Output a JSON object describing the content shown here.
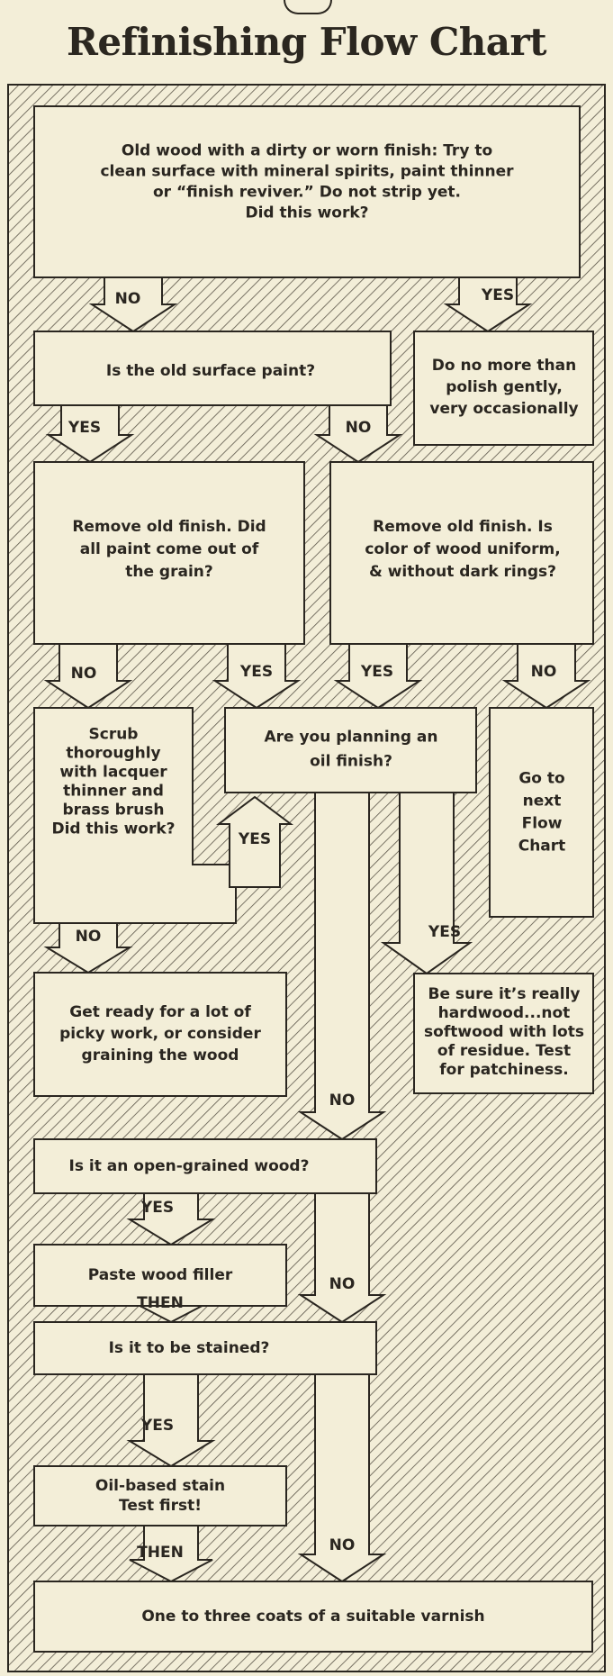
{
  "title": "Refinishing Flow Chart",
  "colors": {
    "paper": "#f3eed8",
    "ink": "#2a2620",
    "hatch": "#5a5448"
  },
  "boxes": {
    "start": [
      "Old wood with a dirty or worn finish:  Try to",
      "clean surface with mineral spirits, paint thinner",
      "or “finish reviver.”  Do not strip yet.",
      "Did this work?"
    ],
    "polish": [
      "Do no more than",
      "polish gently,",
      "very occasionally"
    ],
    "paint_q": [
      "Is the old surface paint?"
    ],
    "remove_paint": [
      "Remove old finish.  Did",
      "all paint come out of",
      "the grain?"
    ],
    "remove_color": [
      "Remove old finish.  Is",
      "color of wood uniform,",
      "& without dark rings?"
    ],
    "scrub": [
      "Scrub",
      "thoroughly",
      "with lacquer",
      "thinner and",
      "brass brush",
      "Did this work?"
    ],
    "oil_q": [
      "Are you planning an",
      "oil finish?"
    ],
    "next_chart": [
      "Go to",
      "next",
      "Flow",
      "Chart"
    ],
    "picky": [
      "Get ready for a lot of",
      "picky work, or consider",
      "graining the wood"
    ],
    "hardwood": [
      "Be sure it’s really",
      "hardwood...not",
      "softwood with lots",
      "of residue.  Test",
      "for patchiness."
    ],
    "open_grain_q": [
      "Is it an open-grained wood?"
    ],
    "filler": [
      "Paste wood filler"
    ],
    "stain_q": [
      "Is it to be stained?"
    ],
    "stain": [
      "Oil-based stain",
      "Test first!"
    ],
    "varnish": [
      "One to three coats of a suitable varnish"
    ]
  },
  "arrows": {
    "start_no": "NO",
    "start_yes": "YES",
    "paint_yes": "YES",
    "paint_no": "NO",
    "remove_paint_no": "NO",
    "remove_paint_yes": "YES",
    "remove_color_yes": "YES",
    "remove_color_no": "NO",
    "scrub_yes": "YES",
    "scrub_no": "NO",
    "oil_yes": "YES",
    "oil_no": "NO",
    "open_yes": "YES",
    "open_no": "NO",
    "filler_then": "THEN",
    "stain_yes": "YES",
    "stain_no": "NO",
    "stain_then": "THEN"
  }
}
